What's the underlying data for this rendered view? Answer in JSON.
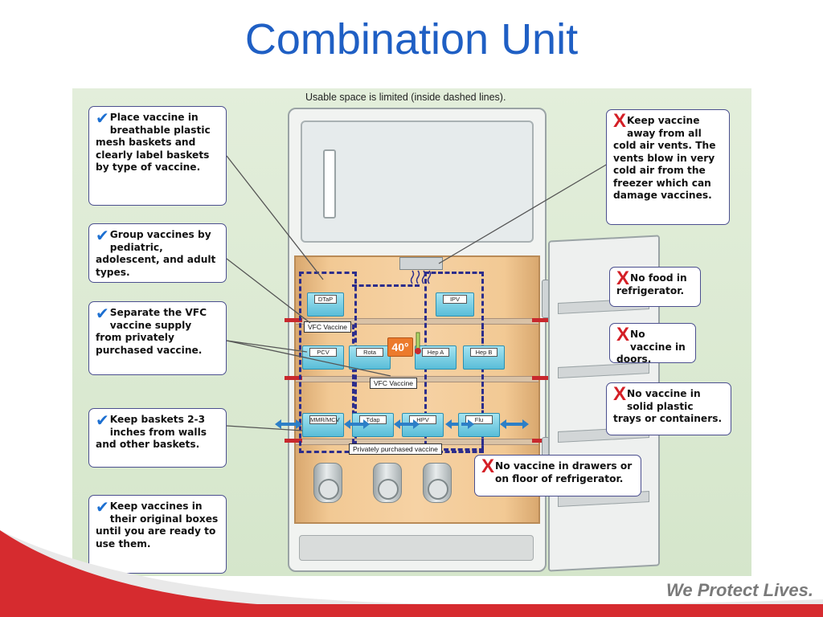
{
  "slide": {
    "title": "Combination Unit",
    "tagline": "We Protect Lives."
  },
  "diagram": {
    "usable_space_note": "Usable space is limited (inside dashed lines).",
    "temperature": "40°",
    "labels": {
      "vfc_top": "VFC Vaccine",
      "vfc_middle": "VFC Vaccine",
      "private": "Privately purchased vaccine"
    },
    "baskets": {
      "top": [
        "DTaP",
        "IPV"
      ],
      "middle": [
        "PCV",
        "Rota",
        "Hep A",
        "Hep B"
      ],
      "bottom": [
        "MMR/MCV",
        "Tdap",
        "HPV",
        "Flu"
      ]
    }
  },
  "callouts_left": [
    {
      "icon": "checkmark-icon",
      "text": "Place vaccine in breathable plastic mesh baskets and clearly label baskets by type of vaccine."
    },
    {
      "icon": "checkmark-icon",
      "text": "Group vaccines by pediatric, adolescent, and adult types."
    },
    {
      "icon": "checkmark-icon",
      "text": "Separate the VFC vaccine supply from privately purchased vaccine."
    },
    {
      "icon": "checkmark-icon",
      "text": "Keep baskets 2-3 inches from walls and other baskets."
    },
    {
      "icon": "checkmark-icon",
      "text": "Keep vaccines in their original boxes until you are ready to use them."
    }
  ],
  "callouts_right": [
    {
      "icon": "x-mark-icon",
      "text": "Keep vaccine away from all cold air vents. The vents blow in very cold air from the freezer which can damage vaccines."
    },
    {
      "icon": "x-mark-icon",
      "text": "No food in refrigerator."
    },
    {
      "icon": "x-mark-icon",
      "text": "No vaccine in doors."
    },
    {
      "icon": "x-mark-icon",
      "text": "No vaccine in solid plastic trays or containers."
    },
    {
      "icon": "x-mark-icon",
      "text": "No vaccine in drawers or on floor of refrigerator."
    }
  ],
  "colors": {
    "title": "#1f5fc4",
    "check": "#1c6fd1",
    "xmark": "#d41f26",
    "footer_red": "#d62b2f"
  }
}
